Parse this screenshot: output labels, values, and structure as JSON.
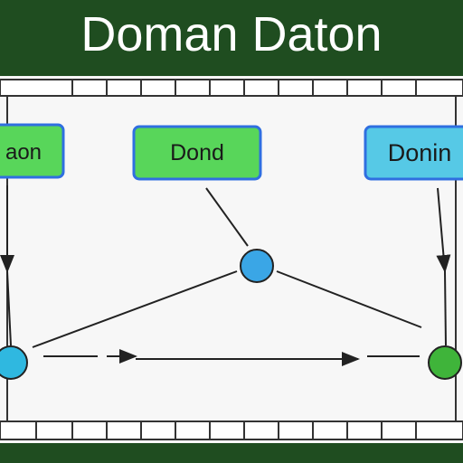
{
  "title": "Doman Daton",
  "boxes": [
    {
      "label": "aon"
    },
    {
      "label": "Dond"
    },
    {
      "label": "Donin"
    }
  ],
  "colors": {
    "header_bg": "#1f4d20",
    "canvas_bg": "#f7f7f7",
    "box_fill_green": "#58d65a",
    "box_fill_cyan": "#56c9e6",
    "box_border": "#2f6fe0",
    "node_blue": "#3aa6e6",
    "node_cyan": "#2fb8e0",
    "node_green": "#3fb43a",
    "line": "#222222"
  }
}
